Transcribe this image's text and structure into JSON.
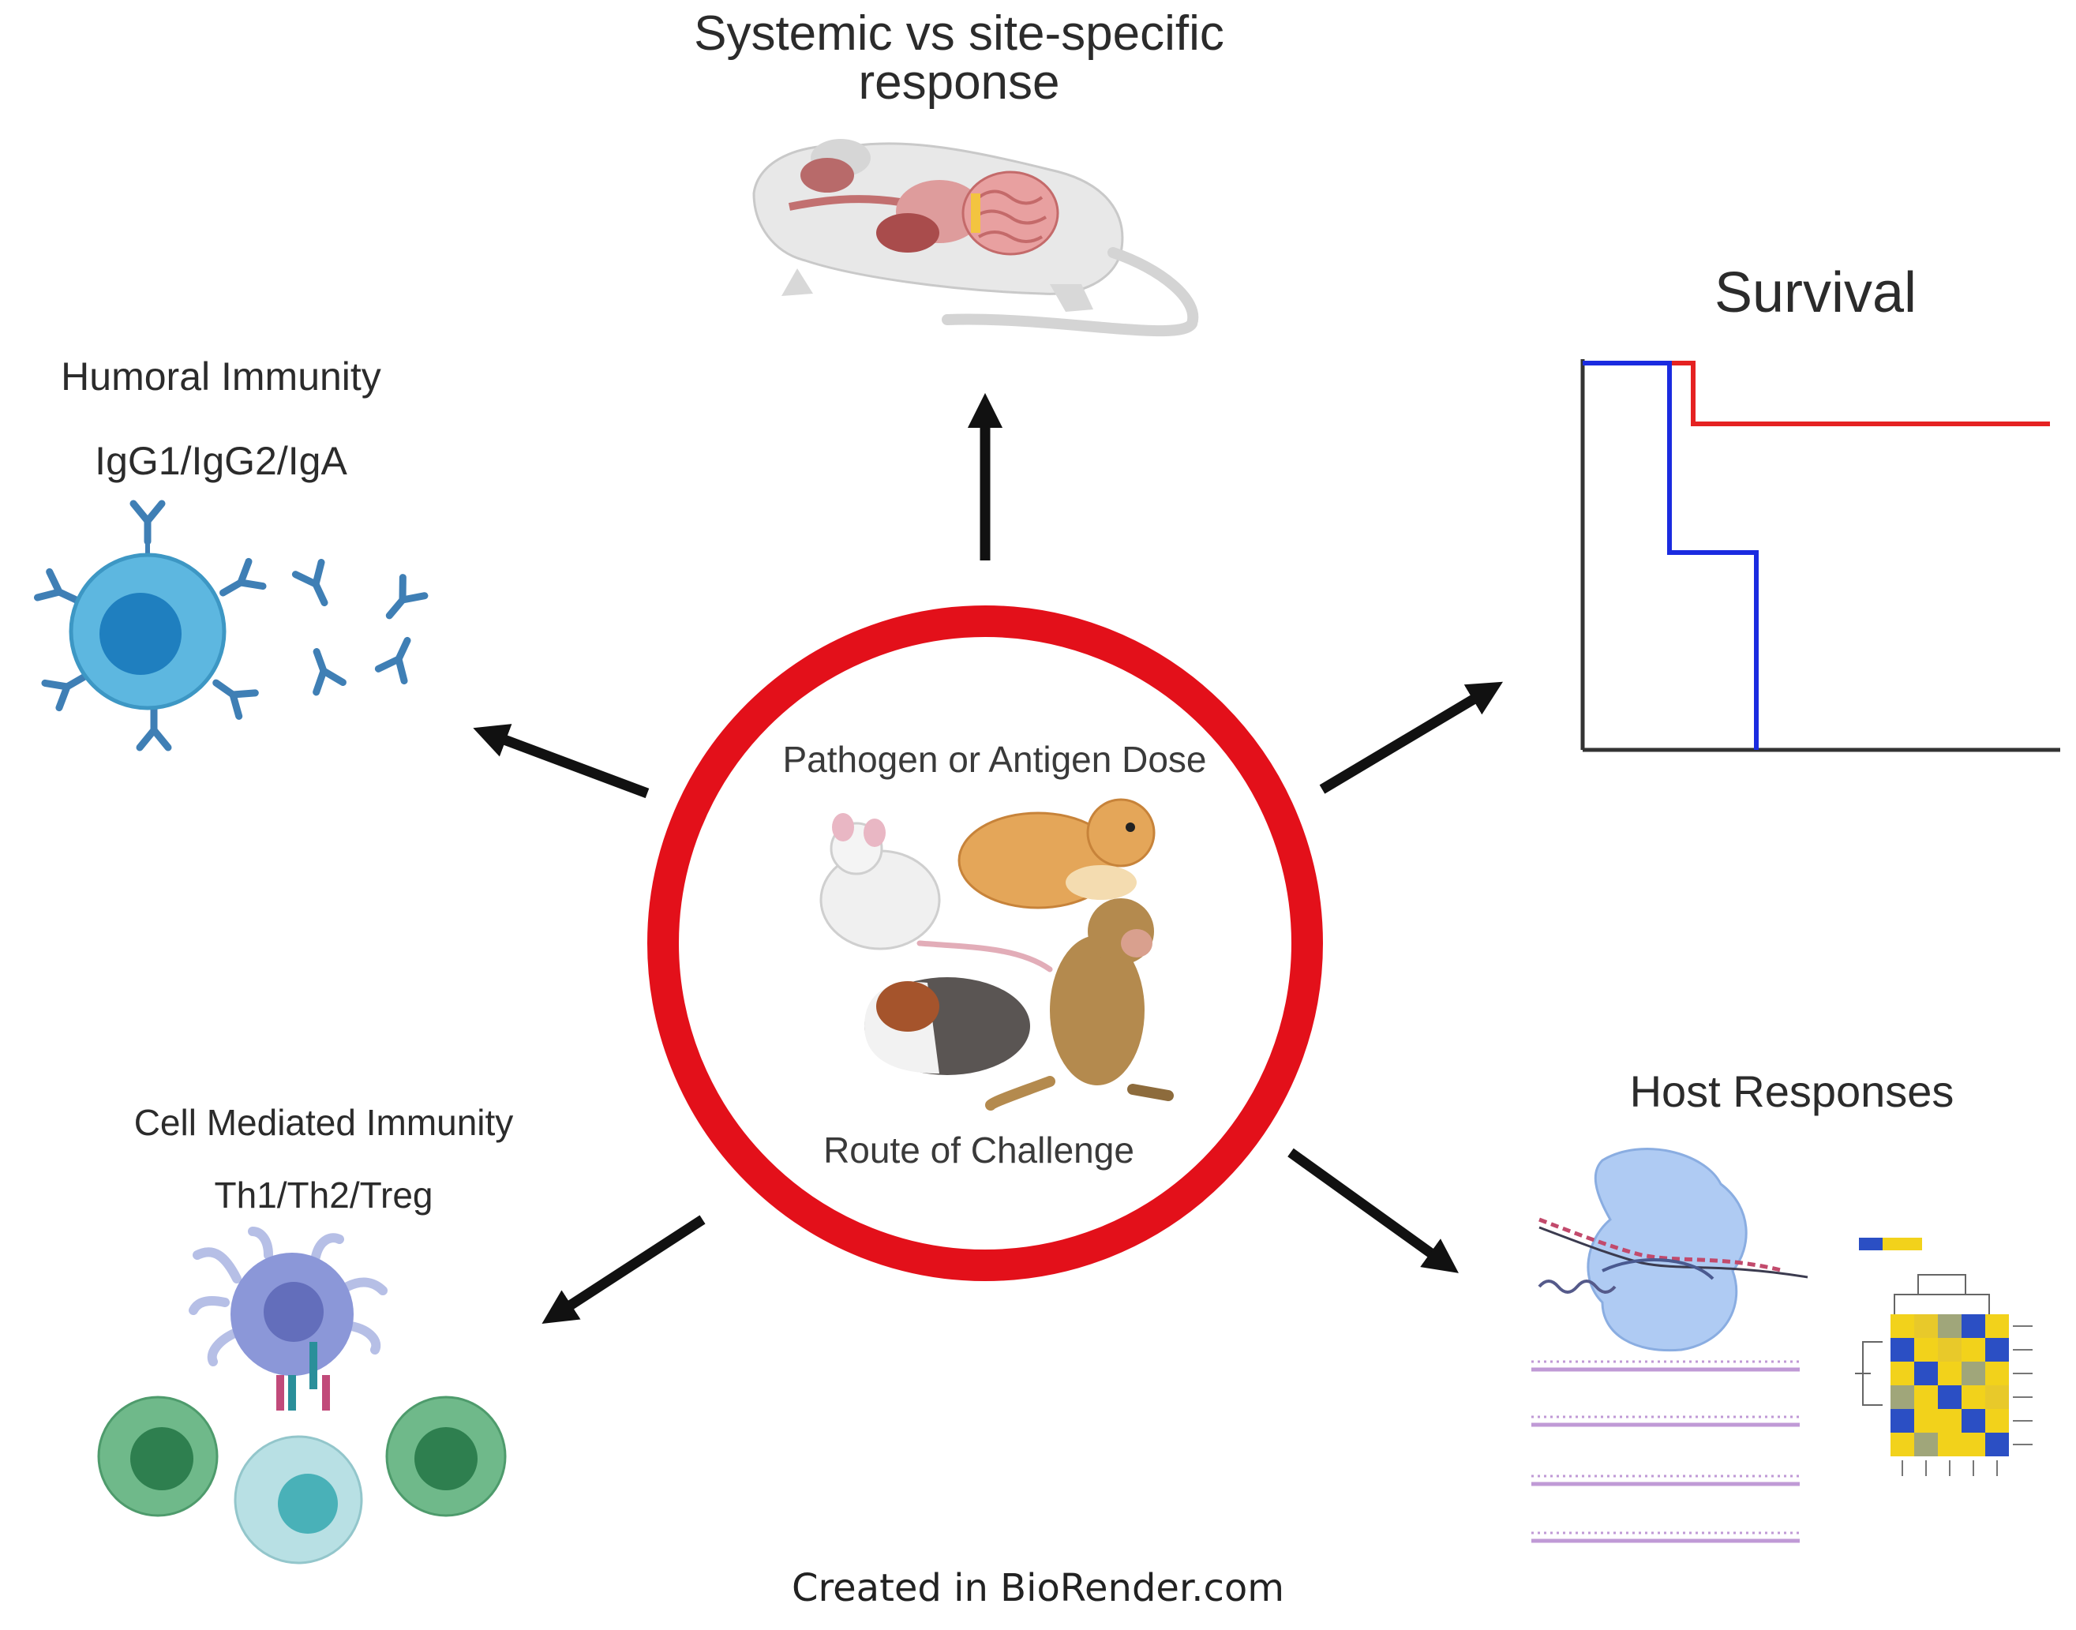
{
  "labels": {
    "systemic_line1": "Systemic vs site-specific",
    "systemic_line2": "response",
    "survival": "Survival",
    "humoral": "Humoral Immunity",
    "igg": "IgG1/IgG2/IgA",
    "pathogen": "Pathogen or Antigen Dose",
    "route": "Route of Challenge",
    "cell_mediated": "Cell Mediated Immunity",
    "th": "Th1/Th2/Treg",
    "host": "Host Responses",
    "credit": "Created in BioRender.com"
  },
  "colors": {
    "ring": "#e3101a",
    "arrow": "#111111",
    "survival_red": "#e52222",
    "survival_blue": "#1a2be0",
    "antibody": "#3f7fb5",
    "bcell": "#5db7e0",
    "tcell_green": "#4caf6e",
    "heatmap_yellow": "#f2d21b",
    "heatmap_blue": "#2b4fc4"
  },
  "icons": {
    "mouse_anatomy": "mouse-anatomy-icon",
    "b_cell": "b-cell-with-antibodies-icon",
    "dendritic_cell": "dendritic-cell-icon",
    "ribosome": "ribosome-translation-icon",
    "heatmap": "clustered-heatmap-icon",
    "mouse": "mouse-icon",
    "hamster": "hamster-icon",
    "guinea_pig": "guinea-pig-icon",
    "monkey": "monkey-icon"
  },
  "survival_curves": [
    {
      "color": "red",
      "surviving_fraction": [
        1.0,
        0.83
      ]
    },
    {
      "color": "blue",
      "surviving_fraction": [
        1.0,
        0.5,
        0.0
      ]
    }
  ]
}
